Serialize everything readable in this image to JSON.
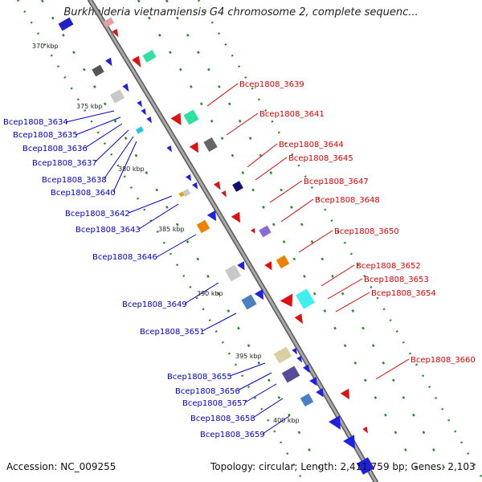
{
  "header": {
    "title": "Burkholderia vietnamiensis G4 chromosome 2, complete sequenc..."
  },
  "footer": {
    "accession": "Accession: NC_009255",
    "topology": "Topology: circular; Length: 2,411,759 bp; Genes: 2,103"
  },
  "scale_marks": [
    "370 kbp",
    "375 kbp",
    "380 kbp",
    "385 kbp",
    "390 kbp",
    "395 kbp",
    "400 kbp"
  ],
  "genes_left": [
    "Bcep1808_3634",
    "Bcep1808_3635",
    "Bcep1808_3636",
    "Bcep1808_3637",
    "Bcep1808_3638",
    "Bcep1808_3640",
    "Bcep1808_3642",
    "Bcep1808_3643",
    "Bcep1808_3646",
    "Bcep1808_3649",
    "Bcep1808_3651",
    "Bcep1808_3655",
    "Bcep1808_3656",
    "Bcep1808_3657",
    "Bcep1808_3658",
    "Bcep1808_3659"
  ],
  "genes_right": [
    "Bcep1808_3639",
    "Bcep1808_3641",
    "Bcep1808_3644",
    "Bcep1808_3645",
    "Bcep1808_3647",
    "Bcep1808_3648",
    "Bcep1808_3650",
    "Bcep1808_3652",
    "Bcep1808_3653",
    "Bcep1808_3654",
    "Bcep1808_3660"
  ],
  "colors": {
    "left_label": "#0000cc",
    "right_label": "#dd0000",
    "backbone": "#8c8c8c",
    "tick": "#2a8a2a"
  }
}
